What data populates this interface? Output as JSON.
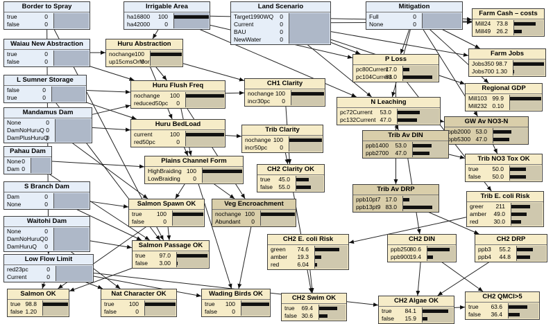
{
  "nodes": [
    {
      "id": "border",
      "title": "Border to Spray",
      "kind": "decision",
      "states": [
        {
          "label": "true",
          "value": "0",
          "frac": 0
        },
        {
          "label": "false",
          "value": "0",
          "frac": 0
        }
      ]
    },
    {
      "id": "irrig",
      "title": "Irrigable Area",
      "kind": "decision",
      "states": [
        {
          "label": "ha16800",
          "value": "100",
          "frac": 1
        },
        {
          "label": "ha42000",
          "value": "0",
          "frac": 0
        }
      ]
    },
    {
      "id": "land",
      "title": "Land Scenario",
      "kind": "decision",
      "states": [
        {
          "label": "Target1990WQ",
          "value": "0",
          "frac": 0
        },
        {
          "label": "Current",
          "value": "0",
          "frac": 0
        },
        {
          "label": "BAU",
          "value": "0",
          "frac": 0
        },
        {
          "label": "NewWater",
          "value": "0",
          "frac": 0
        }
      ]
    },
    {
      "id": "mitig",
      "title": "Mitigation",
      "kind": "decision",
      "states": [
        {
          "label": "Full",
          "value": "0",
          "frac": 0
        },
        {
          "label": "None",
          "value": "0",
          "frac": 0
        }
      ]
    },
    {
      "id": "farmcash",
      "title": "Farm Cash – costs",
      "kind": "nature",
      "states": [
        {
          "label": "Mill24",
          "value": "73.8",
          "frac": 0.738
        },
        {
          "label": "Mill49",
          "value": "26.2",
          "frac": 0.262
        }
      ]
    },
    {
      "id": "waiau",
      "title": "Waiau New Abstraction",
      "kind": "decision",
      "states": [
        {
          "label": "true",
          "value": "0",
          "frac": 0
        },
        {
          "label": "false",
          "value": "0",
          "frac": 0
        }
      ]
    },
    {
      "id": "huruabs",
      "title": "Huru Abstraction",
      "kind": "nature",
      "states": [
        {
          "label": "nochange",
          "value": "100",
          "frac": 1
        },
        {
          "label": "up15cmsOrMore",
          "value": "0",
          "frac": 0
        }
      ]
    },
    {
      "id": "farmjobs",
      "title": "Farm Jobs",
      "kind": "nature",
      "states": [
        {
          "label": "Jobs350",
          "value": "98.7",
          "frac": 0.987
        },
        {
          "label": "Jobs700",
          "value": "1.30",
          "frac": 0.013
        }
      ]
    },
    {
      "id": "ploss",
      "title": "P Loss",
      "kind": "nature",
      "states": [
        {
          "label": "pc80Current",
          "value": "17.0",
          "frac": 0.17
        },
        {
          "label": "pc104Current",
          "value": "83.0",
          "frac": 0.83
        }
      ]
    },
    {
      "id": "lsumner",
      "title": "L Sumner Storage",
      "kind": "decision",
      "states": [
        {
          "label": "false",
          "value": "0",
          "frac": 0
        },
        {
          "label": "true",
          "value": "0",
          "frac": 0
        }
      ]
    },
    {
      "id": "huruflush",
      "title": "Huru Flush Freq",
      "kind": "nature",
      "states": [
        {
          "label": "nochange",
          "value": "100",
          "frac": 1
        },
        {
          "label": "reduced50pc",
          "value": "0",
          "frac": 0
        }
      ]
    },
    {
      "id": "ch1clar",
      "title": "CH1 Clarity",
      "kind": "nature",
      "states": [
        {
          "label": "nochange",
          "value": "100",
          "frac": 1
        },
        {
          "label": "incr30pc",
          "value": "0",
          "frac": 0
        }
      ]
    },
    {
      "id": "regdp",
      "title": "Regional GDP",
      "kind": "nature",
      "states": [
        {
          "label": "Mill103",
          "value": "99.9",
          "frac": 0.999
        },
        {
          "label": "Mill232",
          "value": "0.10",
          "frac": 0.001
        }
      ]
    },
    {
      "id": "nleach",
      "title": "N Leaching",
      "kind": "nature",
      "states": [
        {
          "label": "pc72Current",
          "value": "53.0",
          "frac": 0.53
        },
        {
          "label": "pc132Current",
          "value": "47.0",
          "frac": 0.47
        }
      ]
    },
    {
      "id": "mandamus",
      "title": "Mandamus Dam",
      "kind": "decision",
      "states": [
        {
          "label": "None",
          "value": "0",
          "frac": 0
        },
        {
          "label": "DamNoHuruQ",
          "value": "0",
          "frac": 0
        },
        {
          "label": "DamPlusHuruQ",
          "value": "0",
          "frac": 0
        }
      ]
    },
    {
      "id": "gwno3",
      "title": "GW Av NO3-N",
      "kind": "gray",
      "states": [
        {
          "label": "ppb2000",
          "value": "53.0",
          "frac": 0.53
        },
        {
          "label": "ppb5300",
          "value": "47.0",
          "frac": 0.47
        }
      ]
    },
    {
      "id": "hurubed",
      "title": "Huru BedLoad",
      "kind": "nature",
      "states": [
        {
          "label": "current",
          "value": "100",
          "frac": 1
        },
        {
          "label": "red50pc",
          "value": "0",
          "frac": 0
        }
      ]
    },
    {
      "id": "tribclar",
      "title": "Trib Clarity",
      "kind": "nature",
      "states": [
        {
          "label": "nochange",
          "value": "100",
          "frac": 1
        },
        {
          "label": "incr50pc",
          "value": "0",
          "frac": 0
        }
      ]
    },
    {
      "id": "tribdin",
      "title": "Trib Av DIN",
      "kind": "gray",
      "states": [
        {
          "label": "ppb1400",
          "value": "53.0",
          "frac": 0.53
        },
        {
          "label": "ppb2700",
          "value": "47.0",
          "frac": 0.47
        }
      ]
    },
    {
      "id": "pahau",
      "title": "Pahau Dam",
      "kind": "decision",
      "states": [
        {
          "label": "None",
          "value": "0",
          "frac": 0
        },
        {
          "label": "Dam",
          "value": "0",
          "frac": 0
        }
      ]
    },
    {
      "id": "plains",
      "title": "Plains Channel Form",
      "kind": "nature",
      "states": [
        {
          "label": "HighBraiding",
          "value": "100",
          "frac": 1
        },
        {
          "label": "LowBraiding",
          "value": "0",
          "frac": 0
        }
      ]
    },
    {
      "id": "ch2clar",
      "title": "CH2 Clarity OK",
      "kind": "nature",
      "states": [
        {
          "label": "true",
          "value": "45.0",
          "frac": 0.45
        },
        {
          "label": "false",
          "value": "55.0",
          "frac": 0.55
        }
      ]
    },
    {
      "id": "tribno3",
      "title": "Trib NO3 Tox OK",
      "kind": "nature",
      "states": [
        {
          "label": "true",
          "value": "50.0",
          "frac": 0.5
        },
        {
          "label": "false",
          "value": "50.0",
          "frac": 0.5
        }
      ]
    },
    {
      "id": "sbranch",
      "title": "S Branch Dam",
      "kind": "decision",
      "states": [
        {
          "label": "Dam",
          "value": "0",
          "frac": 0
        },
        {
          "label": "None",
          "value": "0",
          "frac": 0
        }
      ]
    },
    {
      "id": "tribdrp",
      "title": "Trib Av DRP",
      "kind": "gray",
      "states": [
        {
          "label": "ppb10pt7",
          "value": "17.0",
          "frac": 0.17
        },
        {
          "label": "ppb13pt9",
          "value": "83.0",
          "frac": 0.83
        }
      ]
    },
    {
      "id": "tribecoli",
      "title": "Trib E. coli Risk",
      "kind": "nature",
      "states": [
        {
          "label": "greer",
          "value": "211",
          "frac": 0.6
        },
        {
          "label": "amber",
          "value": "49.0",
          "frac": 0.49
        },
        {
          "label": "red",
          "value": "30.0",
          "frac": 0.3
        }
      ]
    },
    {
      "id": "salspawn",
      "title": "Salmon Spawn OK",
      "kind": "nature",
      "states": [
        {
          "label": "true",
          "value": "100",
          "frac": 1
        },
        {
          "label": "false",
          "value": "0",
          "frac": 0
        }
      ]
    },
    {
      "id": "vegenc",
      "title": "Veg Encroachment",
      "kind": "gray",
      "states": [
        {
          "label": "nochange",
          "value": "100",
          "frac": 1
        },
        {
          "label": "Abundant",
          "value": "0",
          "frac": 0
        }
      ]
    },
    {
      "id": "waitohi",
      "title": "Waitohi Dam",
      "kind": "decision",
      "states": [
        {
          "label": "None",
          "value": "0",
          "frac": 0
        },
        {
          "label": "DamNoHuruQ",
          "value": "0",
          "frac": 0
        },
        {
          "label": "DamHuruQ",
          "value": "0",
          "frac": 0
        }
      ]
    },
    {
      "id": "ch2ecoli",
      "title": "CH2 E. coli Risk",
      "kind": "nature",
      "states": [
        {
          "label": "green",
          "value": "74.6",
          "frac": 0.746
        },
        {
          "label": "amber",
          "value": "19.3",
          "frac": 0.193
        },
        {
          "label": "red",
          "value": "6.04",
          "frac": 0.0604
        }
      ]
    },
    {
      "id": "ch2din",
      "title": "CH2 DIN",
      "kind": "nature",
      "states": [
        {
          "label": "ppb250",
          "value": "80.6",
          "frac": 0.806
        },
        {
          "label": "ppb900",
          "value": "19.4",
          "frac": 0.194
        }
      ]
    },
    {
      "id": "ch2drp",
      "title": "CH2 DRP",
      "kind": "nature",
      "states": [
        {
          "label": "ppb3",
          "value": "55.2",
          "frac": 0.552
        },
        {
          "label": "ppb4",
          "value": "44.8",
          "frac": 0.448
        }
      ]
    },
    {
      "id": "salpass",
      "title": "Salmon Passage OK",
      "kind": "nature",
      "states": [
        {
          "label": "true",
          "value": "97.0",
          "frac": 0.97
        },
        {
          "label": "false",
          "value": "3.00",
          "frac": 0.03
        }
      ]
    },
    {
      "id": "lowflow",
      "title": "Low Flow Limit",
      "kind": "decision",
      "states": [
        {
          "label": "red23pc",
          "value": "0",
          "frac": 0
        },
        {
          "label": "Current",
          "value": "0",
          "frac": 0
        }
      ]
    },
    {
      "id": "salok",
      "title": "Salmon OK",
      "kind": "nature",
      "states": [
        {
          "label": "true",
          "value": "98.8",
          "frac": 0.988
        },
        {
          "label": "false",
          "value": "1.20",
          "frac": 0.012
        }
      ]
    },
    {
      "id": "natchar",
      "title": "Nat Character OK",
      "kind": "nature",
      "states": [
        {
          "label": "true",
          "value": "100",
          "frac": 1
        },
        {
          "label": "false",
          "value": "0",
          "frac": 0
        }
      ]
    },
    {
      "id": "wading",
      "title": "Wading Birds OK",
      "kind": "nature",
      "states": [
        {
          "label": "true",
          "value": "100",
          "frac": 1
        },
        {
          "label": "false",
          "value": "0",
          "frac": 0
        }
      ]
    },
    {
      "id": "ch2swim",
      "title": "CH2 Swim OK",
      "kind": "nature",
      "states": [
        {
          "label": "true",
          "value": "69.4",
          "frac": 0.694
        },
        {
          "label": "false",
          "value": "30.6",
          "frac": 0.306
        }
      ]
    },
    {
      "id": "ch2algae",
      "title": "CH2 Algae OK",
      "kind": "nature",
      "states": [
        {
          "label": "true",
          "value": "84.1",
          "frac": 0.841
        },
        {
          "label": "false",
          "value": "15.9",
          "frac": 0.159
        }
      ]
    },
    {
      "id": "ch2qmci",
      "title": "CH2 QMCI>5",
      "kind": "nature",
      "states": [
        {
          "label": "true",
          "value": "63.6",
          "frac": 0.636
        },
        {
          "label": "false",
          "value": "36.4",
          "frac": 0.364
        }
      ]
    }
  ],
  "edges": [
    [
      "border",
      "lowflow"
    ],
    [
      "border",
      "salpass"
    ],
    [
      "irrig",
      "huruabs"
    ],
    [
      "irrig",
      "farmcash"
    ],
    [
      "irrig",
      "ploss"
    ],
    [
      "irrig",
      "nleach"
    ],
    [
      "land",
      "farmcash"
    ],
    [
      "land",
      "farmjobs"
    ],
    [
      "land",
      "ploss"
    ],
    [
      "land",
      "nleach"
    ],
    [
      "land",
      "regdp"
    ],
    [
      "mitig",
      "ploss"
    ],
    [
      "mitig",
      "nleach"
    ],
    [
      "mitig",
      "farmcash"
    ],
    [
      "mitig",
      "farmjobs"
    ],
    [
      "mitig",
      "regdp"
    ],
    [
      "mitig",
      "gwno3"
    ],
    [
      "waiau",
      "huruabs"
    ],
    [
      "waiau",
      "huruflush"
    ],
    [
      "huruabs",
      "huruflush"
    ],
    [
      "huruabs",
      "hurubed"
    ],
    [
      "huruabs",
      "ch1clar"
    ],
    [
      "lsumner",
      "huruflush"
    ],
    [
      "lsumner",
      "hurubed"
    ],
    [
      "lsumner",
      "salpass"
    ],
    [
      "mandamus",
      "huruflush"
    ],
    [
      "mandamus",
      "hurubed"
    ],
    [
      "mandamus",
      "salspawn"
    ],
    [
      "pahau",
      "plains"
    ],
    [
      "pahau",
      "salpass"
    ],
    [
      "sbranch",
      "salpass"
    ],
    [
      "sbranch",
      "salspawn"
    ],
    [
      "waitohi",
      "salpass"
    ],
    [
      "waitohi",
      "natchar"
    ],
    [
      "huruflush",
      "ch1clar"
    ],
    [
      "huruflush",
      "plains"
    ],
    [
      "huruflush",
      "vegenc"
    ],
    [
      "hurubed",
      "plains"
    ],
    [
      "hurubed",
      "tribclar"
    ],
    [
      "ch1clar",
      "ch2clar"
    ],
    [
      "tribclar",
      "ch2clar"
    ],
    [
      "nleach",
      "tribdin"
    ],
    [
      "nleach",
      "gwno3"
    ],
    [
      "ploss",
      "tribdrp"
    ],
    [
      "ploss",
      "tribecoli"
    ],
    [
      "gwno3",
      "tribno3"
    ],
    [
      "tribdin",
      "tribno3"
    ],
    [
      "tribdin",
      "ch2din"
    ],
    [
      "tribdrp",
      "ch2drp"
    ],
    [
      "tribecoli",
      "ch2ecoli"
    ],
    [
      "plains",
      "salspawn"
    ],
    [
      "plains",
      "vegenc"
    ],
    [
      "plains",
      "wading"
    ],
    [
      "salspawn",
      "salpass"
    ],
    [
      "salspawn",
      "salok"
    ],
    [
      "salpass",
      "salok"
    ],
    [
      "lowflow",
      "salok"
    ],
    [
      "lowflow",
      "natchar"
    ],
    [
      "lowflow",
      "wading"
    ],
    [
      "lowflow",
      "ch2algae"
    ],
    [
      "vegenc",
      "wading"
    ],
    [
      "ch2clar",
      "ch2swim"
    ],
    [
      "ch2ecoli",
      "ch2swim"
    ],
    [
      "ch2din",
      "ch2algae"
    ],
    [
      "ch2drp",
      "ch2algae"
    ],
    [
      "ch2algae",
      "ch2qmci"
    ],
    [
      "ch2din",
      "ch2qmci"
    ]
  ]
}
